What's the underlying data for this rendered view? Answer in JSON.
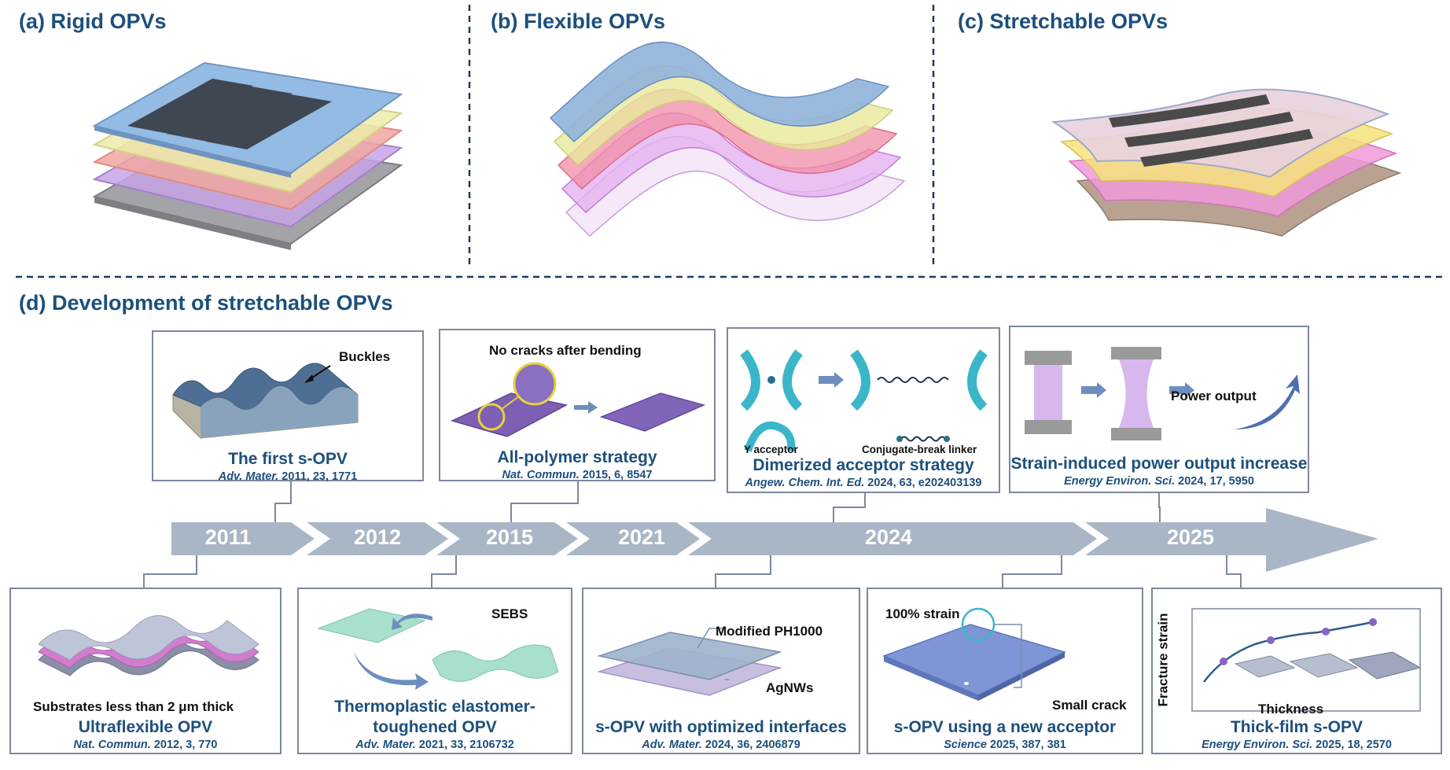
{
  "sections": {
    "a": "(a) Rigid OPVs",
    "b": "(b) Flexible OPVs",
    "c": "(c) Stretchable OPVs",
    "d": "(d) Development of stretchable OPVs"
  },
  "timeline": {
    "years": [
      "2011",
      "2012",
      "2015",
      "2021",
      "2024",
      "2025"
    ],
    "color": "#a9b6c6"
  },
  "top_boxes": [
    {
      "title": "The first s-OPV",
      "journal": "Adv. Mater.",
      "ref": " 2011, 23, 1771",
      "labels": [
        "Buckles"
      ]
    },
    {
      "title": "All-polymer strategy",
      "journal": "Nat. Commun.",
      "ref": " 2015, 6, 8547",
      "labels": [
        "No cracks after bending"
      ]
    },
    {
      "title": "Dimerized acceptor strategy",
      "journal": "Angew. Chem. Int. Ed.",
      "ref": " 2024, 63, e202403139",
      "labels": [
        "Y acceptor",
        "Conjugate-break linker"
      ]
    },
    {
      "title": "Strain-induced power output increase",
      "journal": "Energy Environ. Sci.",
      "ref": " 2024, 17, 5950",
      "labels": [
        "Power output"
      ]
    }
  ],
  "bottom_boxes": [
    {
      "title": "Ultraflexible OPV",
      "journal": "Nat. Commun.",
      "ref": " 2012, 3, 770",
      "labels": [
        "Substrates less than 2 μm thick"
      ]
    },
    {
      "title_line1": "Thermoplastic elastomer-",
      "title_line2": "toughened OPV",
      "journal": "Adv. Mater.",
      "ref": " 2021, 33, 2106732",
      "labels": [
        "SEBS"
      ]
    },
    {
      "title": "s-OPV with optimized interfaces",
      "journal": "Adv. Mater.",
      "ref": " 2024, 36, 2406879",
      "labels": [
        "Modified PH1000",
        "AgNWs"
      ]
    },
    {
      "title": "s-OPV using a new acceptor",
      "journal": "Science",
      "ref": " 2025, 387, 381",
      "labels": [
        "100% strain",
        "Small crack"
      ]
    },
    {
      "title": "Thick-film s-OPV",
      "journal": "Energy Environ. Sci.",
      "ref": " 2025, 18, 2570",
      "labels": [
        "Fracture strain",
        "Thickness"
      ]
    }
  ],
  "colors": {
    "title_blue": "#1d4f7c",
    "box_border": "#7d88a0",
    "divider": "#1f3a5f"
  }
}
